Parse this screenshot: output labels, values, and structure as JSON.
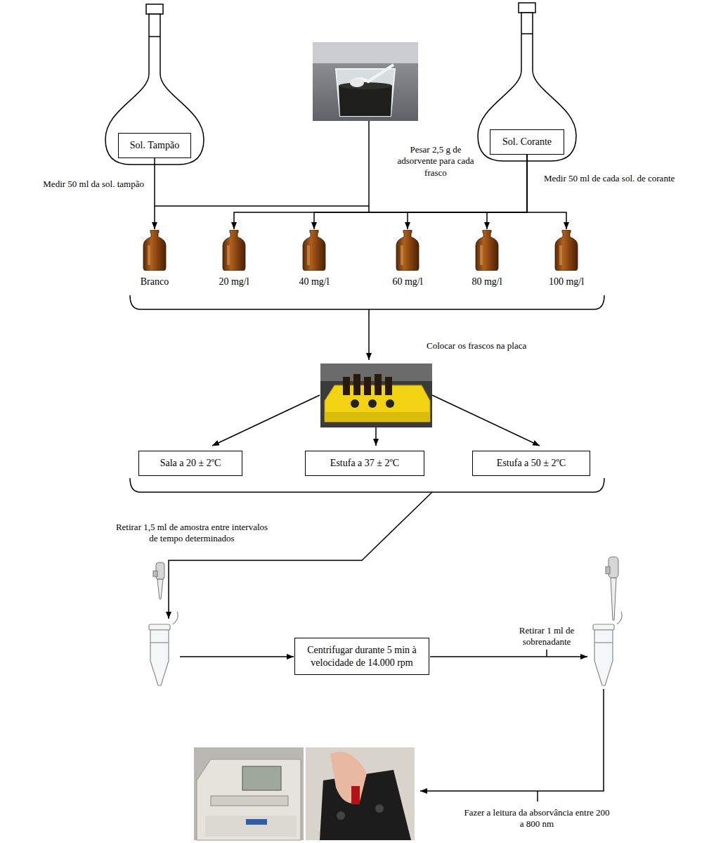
{
  "diagram": {
    "nodes": [
      {
        "text": [
          "Sol. Tampão"
        ]
      },
      {
        "text": [
          "Sol. Corante"
        ]
      },
      {
        "text": [
          "Branco"
        ]
      },
      {
        "text": [
          "20 mg/l"
        ]
      },
      {
        "text": [
          "40 mg/l"
        ]
      },
      {
        "text": [
          "60 mg/l"
        ]
      },
      {
        "text": [
          "80 mg/l"
        ]
      },
      {
        "text": [
          "100 mg/l"
        ]
      },
      {
        "text": [
          "Sala a 20 ± 2ºC"
        ]
      },
      {
        "text": [
          "Estufa a 37 ± 2ºC"
        ]
      },
      {
        "text": [
          "Estufa a 50 ± 2ºC"
        ]
      },
      {
        "text": [
          "Centrifugar durante 5 min à velocidade de 14.000 rpm"
        ]
      }
    ],
    "edges": [
      {
        "from": 0,
        "to": 2,
        "arrow": "to"
      },
      {
        "from": 1,
        "to": 3,
        "arrow": "to"
      },
      {
        "from": 1,
        "to": 4,
        "arrow": "to"
      },
      {
        "from": 1,
        "to": 5,
        "arrow": "to"
      },
      {
        "from": 1,
        "to": 6,
        "arrow": "to"
      },
      {
        "from": 1,
        "to": 7,
        "arrow": "to"
      }
    ],
    "labels": [
      "Pesar 2,5 g de adsorvente para cada frasco",
      "Medir 50 ml de cada sol. de corante",
      "Medir 50 ml da sol. tampão",
      "Colocar os frascos na placa",
      "Retirar 1,5 ml de amostra entre intervalos de tempo determinados",
      "Retirar 1 ml de sobrenadante",
      "Fazer a leitura da absorvância entre 200 a 800 nm"
    ]
  }
}
